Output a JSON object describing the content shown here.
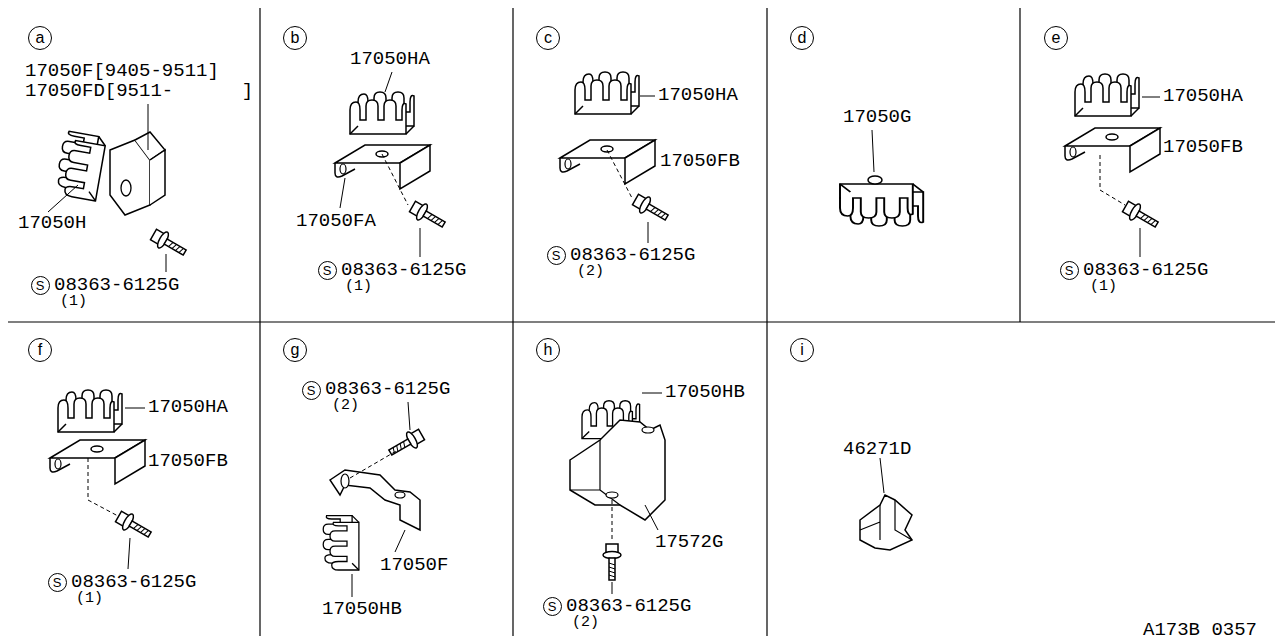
{
  "diagram": {
    "nodes": [
      {
        "text": [
          "a"
        ]
      },
      {
        "text": [
          "S"
        ]
      },
      {
        "text": [
          "b"
        ]
      },
      {
        "text": [
          "S"
        ]
      },
      {
        "text": [
          "c"
        ]
      },
      {
        "text": [
          "S"
        ]
      },
      {
        "text": [
          "d"
        ]
      },
      {
        "text": [
          "e"
        ]
      },
      {
        "text": [
          "S"
        ]
      },
      {
        "text": [
          "f"
        ]
      },
      {
        "text": [
          "S"
        ]
      },
      {
        "text": [
          "g"
        ]
      },
      {
        "text": [
          "S"
        ]
      },
      {
        "text": [
          "h"
        ]
      },
      {
        "text": [
          "S"
        ]
      },
      {
        "text": [
          "i"
        ]
      }
    ],
    "labels": [
      "17050F[9405-9511]",
      "17050FD[9511-      ]",
      "17050H",
      "08363-6125G",
      "(1)",
      "17050HA",
      "17050FA",
      "08363-6125G",
      "(1)",
      "17050HA",
      "17050FB",
      "08363-6125G",
      "(2)",
      "17050G",
      "17050HA",
      "17050FB",
      "08363-6125G",
      "(1)",
      "17050HA",
      "17050FB",
      "08363-6125G",
      "(1)",
      "08363-6125G",
      "(2)",
      "17050F",
      "17050HB",
      "17050HB",
      "17572G",
      "08363-6125G",
      "(2)",
      "46271D",
      "A173B 0357"
    ]
  }
}
